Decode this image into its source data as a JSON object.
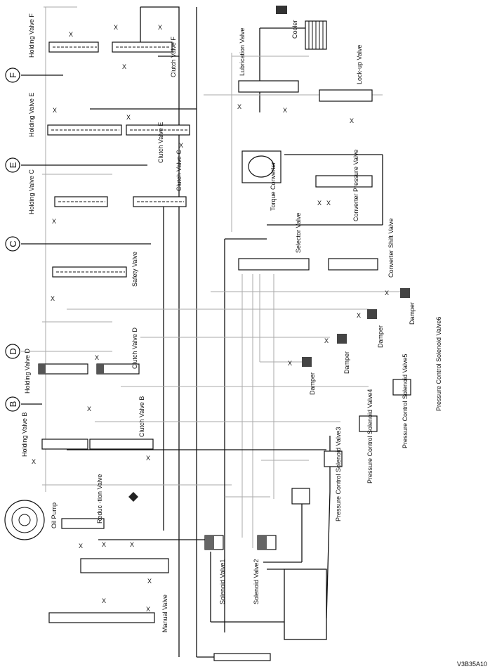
{
  "labels": {
    "holding_valve_f": "Holding Valve F",
    "clutch_valve_f": "Clutch Valve F",
    "holding_valve_e": "Holding Valve E",
    "clutch_valve_e": "Clutch Valve E",
    "holding_valve_c": "Holding Valve C",
    "clutch_valve_c": "Clutch Valve C",
    "safety_valve": "Safety Valve",
    "holding_valve_d": "Holding Valve D",
    "clutch_valve_d": "Clutch Valve D",
    "holding_valve_b": "Holding Valve B",
    "clutch_valve_b": "Clutch Valve B",
    "oil_pump": "Oil Pump",
    "reduction_valve": "Reduc -tion Valve",
    "manual_valve": "Manual Valve",
    "lubrication_valve": "Lubrication Valve",
    "cooler": "Cooler",
    "lockup_valve": "Lock-up Valve",
    "torque_converter": "Torque Converter",
    "converter_pressure_valve": "Converter Pressure Valve",
    "selector_valve": "Selector Valve",
    "converter_shift_valve": "Converter Shift Valve",
    "damper_1": "Damper",
    "damper_2": "Damper",
    "damper_3": "Damper",
    "damper_4": "Damper",
    "pcsv6": "Pressure Control Solenoid Valve6",
    "pcsv5": "Pressure Control Solenoid Valve5",
    "pcsv4": "Pressure Control Solenoid Valve4",
    "pcsv3": "Pressure Control Solenoid Valve3",
    "solenoid_valve1": "Solenoid Valve1",
    "solenoid_valve2": "Solenoid Valve2"
  },
  "circuits": {
    "f": "F",
    "e": "E",
    "c": "C",
    "d": "D",
    "b": "B"
  },
  "x_mark": "X",
  "footer_code": "V3B35A10"
}
